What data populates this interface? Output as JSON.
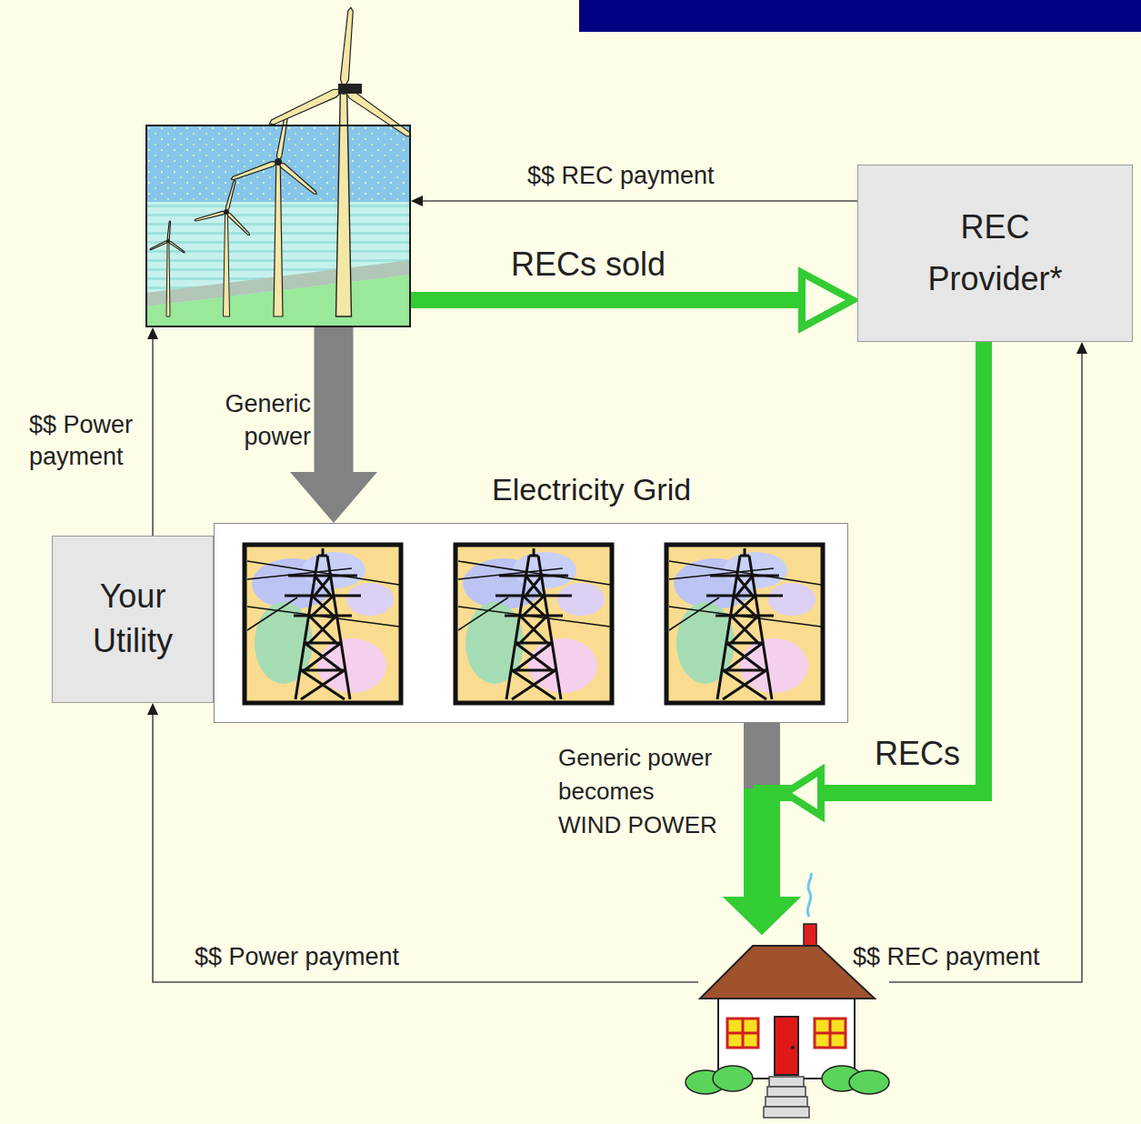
{
  "diagram": {
    "nodes": [
      {
        "text": []
      },
      {
        "text": [
          "REC Provider*"
        ]
      },
      {
        "text": [
          "Your Utility"
        ]
      },
      {
        "text": [
          "Electricity Grid"
        ]
      },
      {
        "text": []
      }
    ],
    "edges": [
      {
        "from": 0,
        "to": 1,
        "arrow": "to",
        "label": "RECs sold"
      },
      {
        "from": 1,
        "to": 0,
        "arrow": "to",
        "label": "$$ REC payment"
      },
      {
        "from": 0,
        "to": 3,
        "arrow": "to",
        "label": "Generic power"
      },
      {
        "from": 2,
        "to": 0,
        "arrow": "to",
        "label": "$$ Power payment"
      },
      {
        "from": 3,
        "to": 4,
        "arrow": "to",
        "label": "Generic power becomes WIND POWER"
      },
      {
        "from": 1,
        "to": 4,
        "arrow": "to",
        "label": "RECs"
      },
      {
        "from": 4,
        "to": 2,
        "arrow": "to",
        "label": "$$ Power payment"
      },
      {
        "from": 4,
        "to": 1,
        "arrow": "to",
        "label": "$$ REC payment"
      }
    ]
  }
}
